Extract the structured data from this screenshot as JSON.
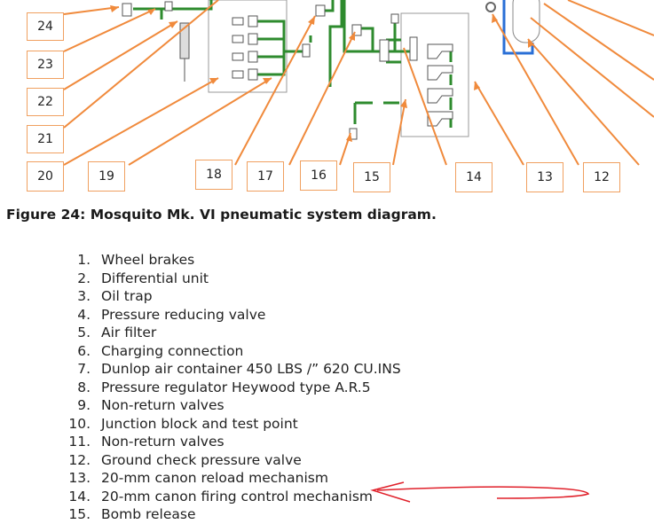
{
  "figure": {
    "caption": "Figure 24: Mosquito Mk. VI pneumatic system diagram.",
    "callouts": [
      "24",
      "23",
      "22",
      "21",
      "20",
      "19",
      "18",
      "17",
      "16",
      "15",
      "14",
      "13",
      "12"
    ]
  },
  "legend": [
    {
      "num": "1.",
      "text": "Wheel brakes"
    },
    {
      "num": "2.",
      "text": "Differential unit"
    },
    {
      "num": "3.",
      "text": "Oil trap"
    },
    {
      "num": "4.",
      "text": "Pressure reducing valve"
    },
    {
      "num": "5.",
      "text": "Air filter"
    },
    {
      "num": "6.",
      "text": "Charging connection"
    },
    {
      "num": "7.",
      "text": "Dunlop air container 450 LBS /” 620 CU.INS"
    },
    {
      "num": "8.",
      "text": "Pressure regulator Heywood type A.R.5"
    },
    {
      "num": "9.",
      "text": "Non-return valves"
    },
    {
      "num": "10.",
      "text": "Junction block and test point"
    },
    {
      "num": "11.",
      "text": "Non-return valves"
    },
    {
      "num": "12.",
      "text": "Ground check pressure valve"
    },
    {
      "num": "13.",
      "text": "20-mm canon reload mechanism"
    },
    {
      "num": "14.",
      "text": "20-mm canon firing control mechanism"
    },
    {
      "num": "15.",
      "text": "Bomb release"
    }
  ],
  "colors": {
    "pipe": "#2e8b2e",
    "leader": "#f08a3c",
    "box_border": "#f0a060",
    "annotation": "#e0202a",
    "outline": "#888888",
    "container": "#2a6fd6"
  }
}
